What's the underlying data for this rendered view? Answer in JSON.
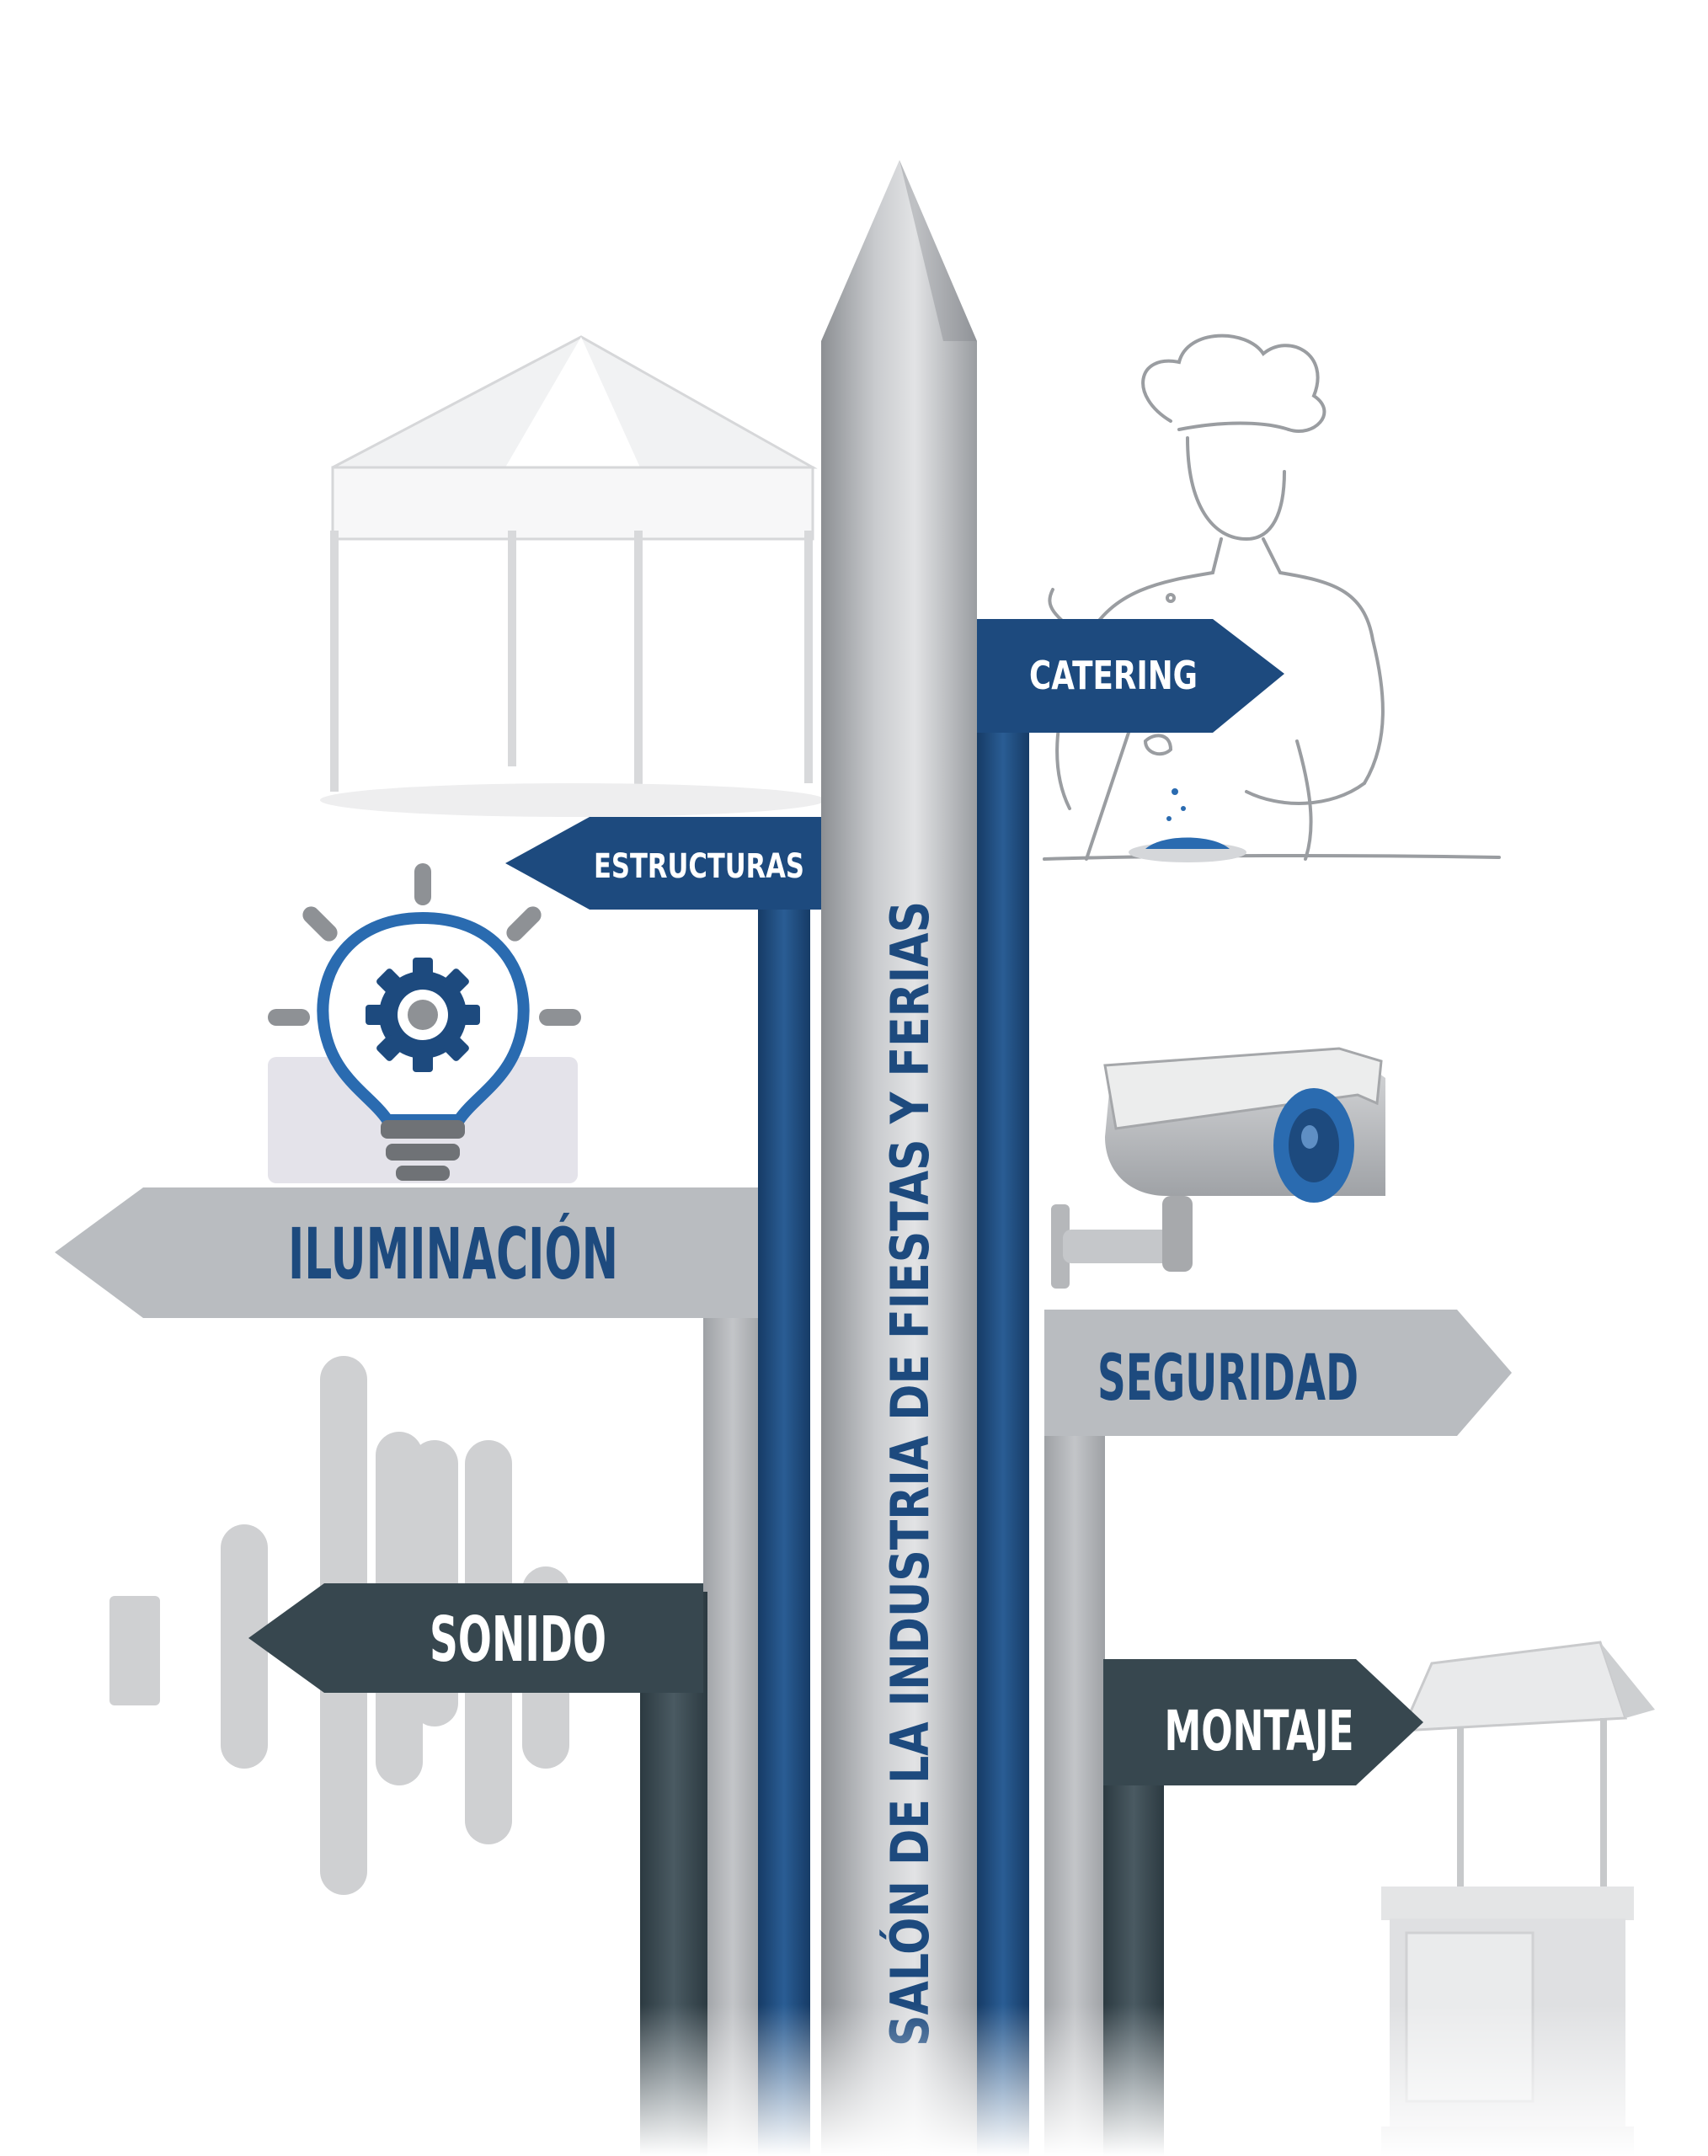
{
  "main_pole": {
    "label": "SALÓN DE LA INDUSTRIA DE FIESTAS Y FERIAS"
  },
  "signs": [
    {
      "id": "catering",
      "label": "CATERING",
      "direction": "right",
      "color": "#1d4a7e",
      "text_color": "#ffffff"
    },
    {
      "id": "estructuras",
      "label": "ESTRUCTURAS",
      "direction": "left",
      "color": "#1d4a7e",
      "text_color": "#ffffff"
    },
    {
      "id": "iluminacion",
      "label": "ILUMINACIÓN",
      "direction": "left",
      "color": "#b9bcc0",
      "text_color": "#1d4a7e"
    },
    {
      "id": "seguridad",
      "label": "SEGURIDAD",
      "direction": "right",
      "color": "#b9bcc0",
      "text_color": "#1d4a7e"
    },
    {
      "id": "sonido",
      "label": "SONIDO",
      "direction": "left",
      "color": "#37474f",
      "text_color": "#ffffff"
    },
    {
      "id": "montaje",
      "label": "MONTAJE",
      "direction": "right",
      "color": "#37474f",
      "text_color": "#ffffff"
    }
  ],
  "icons": [
    "tent-icon",
    "chef-icon",
    "lightbulb-gear-icon",
    "security-camera-icon",
    "sound-wave-icon",
    "kiosk-icon"
  ],
  "colors": {
    "navy": "#1d4a7e",
    "light_gray": "#b9bcc0",
    "dark_slate": "#37474f",
    "steel": "#a8abae"
  }
}
